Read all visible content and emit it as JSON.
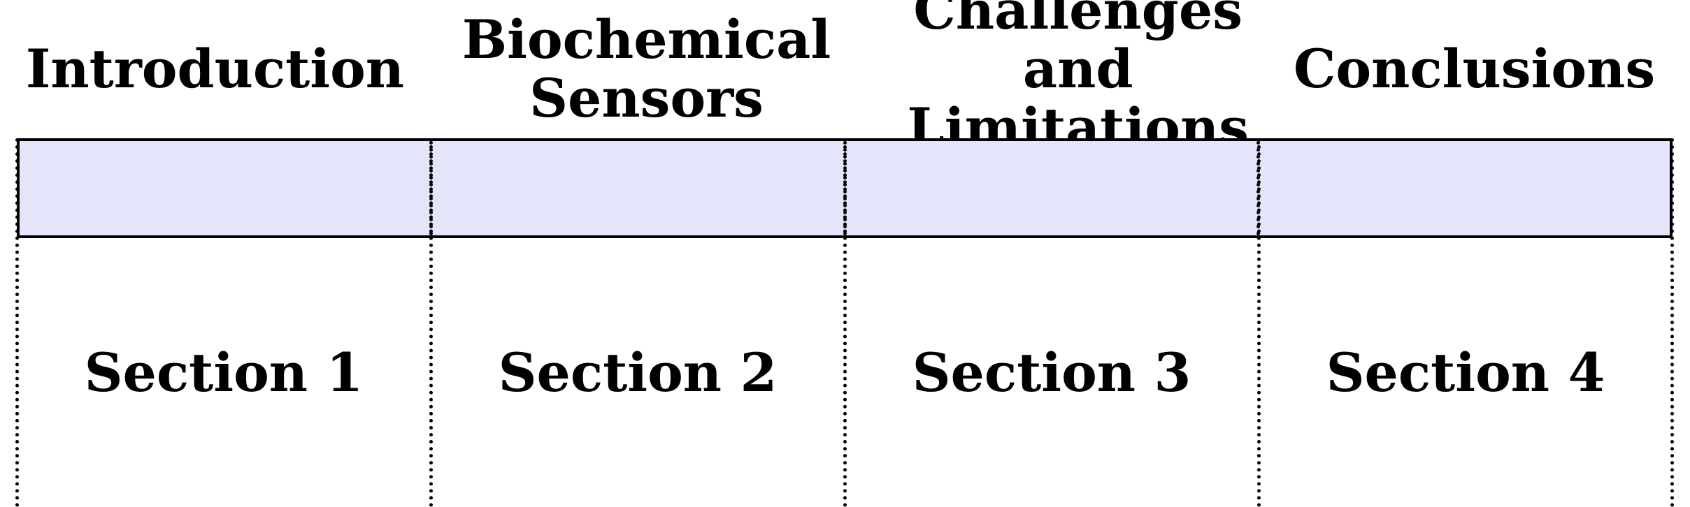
{
  "colors": {
    "band_fill": "#e4e4fb",
    "line": "#000000",
    "background": "#ffffff"
  },
  "columns": [
    {
      "heading": "Introduction",
      "section": "Section 1"
    },
    {
      "heading": "Biochemical Sensors",
      "section": "Section 2"
    },
    {
      "heading": "Challenges and Limitations",
      "section": "Section 3"
    },
    {
      "heading": "Conclusions",
      "section": "Section 4"
    }
  ]
}
